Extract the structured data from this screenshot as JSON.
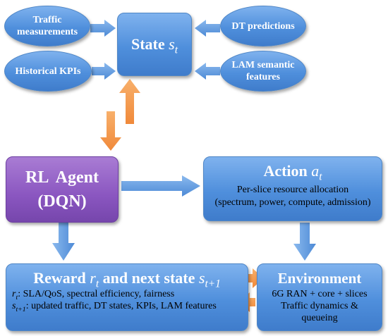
{
  "inputs": {
    "traffic": [
      "Traffic",
      "measurements"
    ],
    "historical": "Historical KPIs",
    "dt": "DT predictions",
    "lam": [
      "LAM semantic",
      "features"
    ]
  },
  "state": {
    "label": "State ",
    "symbol": "s",
    "sub": "t"
  },
  "agent": {
    "line1": "RL  Agent",
    "line2": "(DQN)"
  },
  "action": {
    "label": "Action ",
    "symbol": "a",
    "sub": "t",
    "line1": "Per-slice resource allocation",
    "line2": "(spectrum, power, compute, admission)"
  },
  "reward": {
    "label_a": "Reward ",
    "symbol_r": "r",
    "sub_r": "t",
    "label_b": " and next state ",
    "symbol_s": "s",
    "sub_s": "t+1",
    "line1_sym": "r",
    "line1_sub": "t",
    "line1_text": ": SLA/QoS, spectral efficiency, fairness",
    "line2_sym": "s",
    "line2_sub": "t+1",
    "line2_text": ": updated traffic, DT states, KPIs, LAM features"
  },
  "environment": {
    "title": "Environment",
    "line1": "6G RAN + core + slices",
    "line2": "Traffic dynamics &",
    "line3": "queueing"
  },
  "colors": {
    "blue_arrow": "#5b9be3",
    "orange_arrow": "#f59a48",
    "node_blue": "#4f8fdc",
    "node_purple": "#8a56c0"
  }
}
